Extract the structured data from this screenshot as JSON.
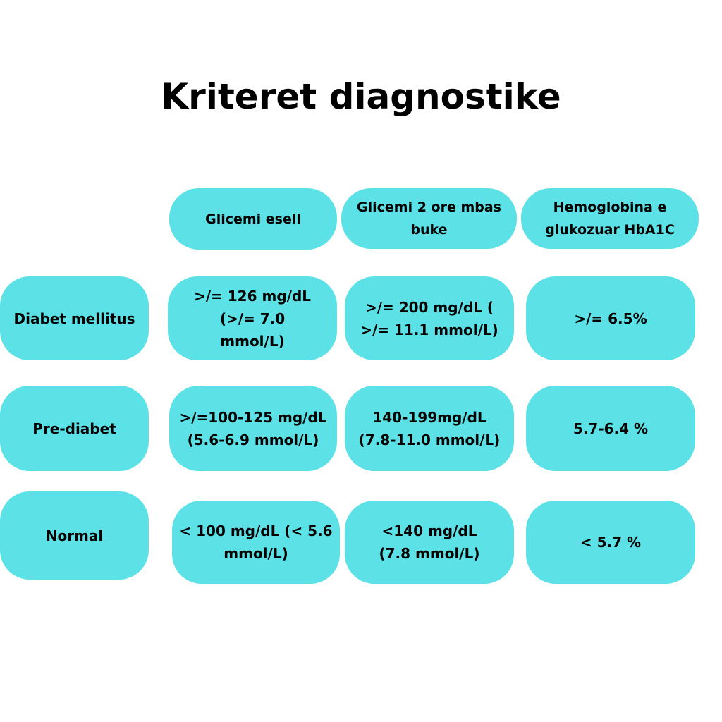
{
  "title": "Kriteret diagnostike",
  "columns": [
    "Glicemi esell",
    "Glicemi 2 ore mbas buke",
    "Hemoglobina e glukozuar HbA1C"
  ],
  "rows": [
    {
      "label": "Diabet mellitus",
      "cells": [
        ">/= 126 mg/dL (>/= 7.0 mmol/L)",
        ">/= 200 mg/dL ( >/= 11.1 mmol/L)",
        ">/= 6.5%"
      ]
    },
    {
      "label": "Pre-diabet",
      "cells": [
        ">/=100-125 mg/dL (5.6-6.9 mmol/L)",
        "140-199mg/dL (7.8-11.0 mmol/L)",
        "5.7-6.4 %"
      ]
    },
    {
      "label": "Normal",
      "cells": [
        "< 100 mg/dL (< 5.6 mmol/L)",
        "<140 mg/dL (7.8 mmol/L)",
        "< 5.7 %"
      ]
    }
  ],
  "colors": {
    "box": "#5ce1e6",
    "text": "#000000",
    "background": "#ffffff"
  }
}
